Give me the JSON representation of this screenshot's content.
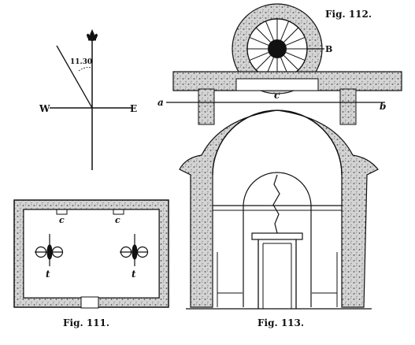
{
  "figures": {
    "fig112": {
      "caption": "Fig. 112."
    },
    "fig111": {
      "caption": "Fig. 111."
    },
    "fig113": {
      "caption": "Fig. 113."
    }
  },
  "compass": {
    "west": "W",
    "east": "E",
    "declination": "11.30"
  },
  "plan": {
    "vent_label": "c",
    "stove_label": "t"
  },
  "elevation": {
    "wheel_label": "B",
    "point_a": "a",
    "point_b": "b",
    "point_c": "c"
  },
  "colors": {
    "ink": "#111111",
    "paper": "#ffffff",
    "wall_fill": "#dcdcdc"
  }
}
